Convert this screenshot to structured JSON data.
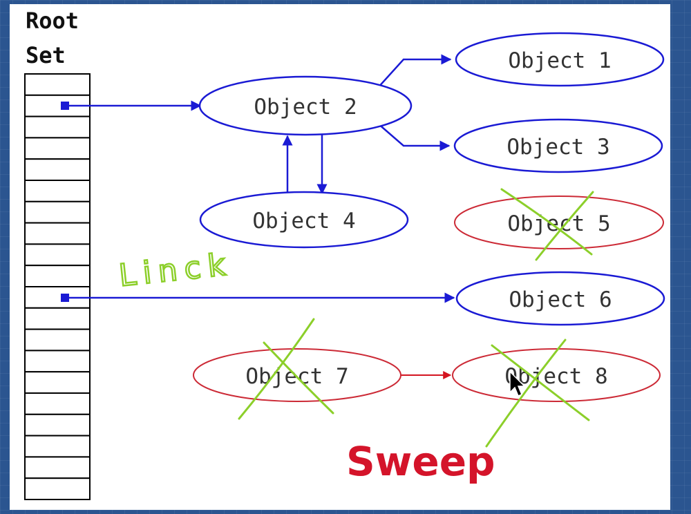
{
  "root_set": {
    "title_line1": "Root",
    "title_line2": "Set",
    "slot_count": 20
  },
  "objects": [
    {
      "label": "Object 1",
      "status": "reachable"
    },
    {
      "label": "Object 2",
      "status": "reachable"
    },
    {
      "label": "Object 3",
      "status": "reachable"
    },
    {
      "label": "Object 4",
      "status": "reachable"
    },
    {
      "label": "Object 5",
      "status": "garbage",
      "crossed_out": true
    },
    {
      "label": "Object 6",
      "status": "reachable"
    },
    {
      "label": "Object 7",
      "status": "garbage",
      "crossed_out": true
    },
    {
      "label": "Object 8",
      "status": "garbage",
      "crossed_out": true
    }
  ],
  "edges": [
    {
      "from": "root-slot-2",
      "to": "Object 2"
    },
    {
      "from": "Object 2",
      "to": "Object 1"
    },
    {
      "from": "Object 2",
      "to": "Object 3"
    },
    {
      "from": "Object 2",
      "to": "Object 4"
    },
    {
      "from": "Object 4",
      "to": "Object 2"
    },
    {
      "from": "root-slot-11",
      "to": "Object 6"
    },
    {
      "from": "Object 7",
      "to": "Object 8"
    }
  ],
  "phase_label": "Sweep",
  "handwritten_note": "Linck",
  "colors": {
    "reachable": "#1a1ad4",
    "garbage": "#cc2a36",
    "annotation": "#8ccf2a",
    "phase": "#d4142a"
  }
}
